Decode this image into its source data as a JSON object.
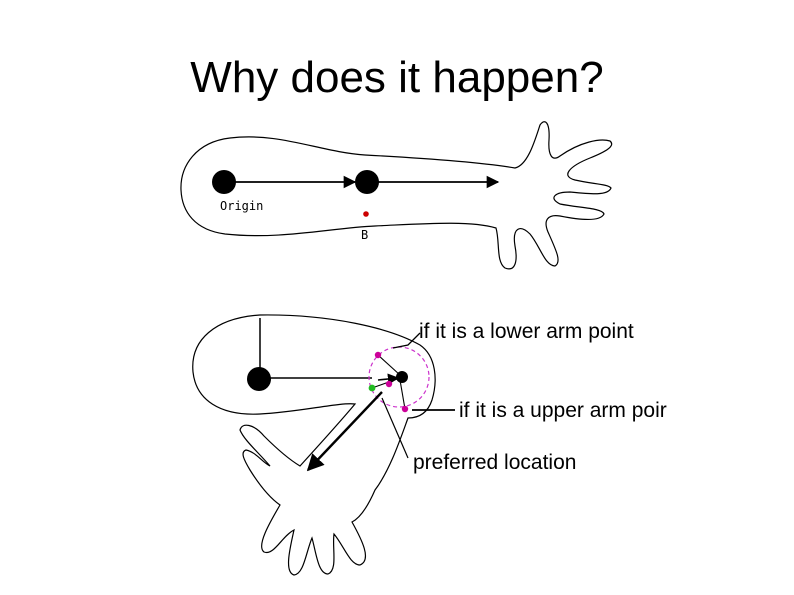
{
  "slide": {
    "title": "Why does it happen?"
  },
  "top_figure": {
    "origin_label": "Origin",
    "point_label": "B"
  },
  "bottom_figure": {
    "callout_lower": "if it is a lower arm point",
    "callout_upper": "if it is a upper arm poir",
    "callout_preferred": "preferred location"
  },
  "colors": {
    "ink": "#000000",
    "marker_red": "#cc0000",
    "marker_magenta": "#cc0099",
    "marker_green": "#22bb22",
    "circle_magenta": "#cc33cc"
  }
}
